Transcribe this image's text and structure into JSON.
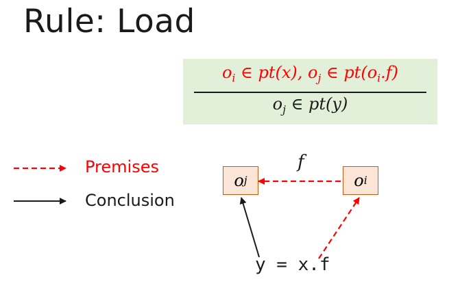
{
  "title": "Rule: Load",
  "rule": {
    "premises": {
      "a_var": "o",
      "a_sub": "i",
      "a_rest": " ∈ ",
      "a_fn": "pt",
      "a_arg": "(x),  ",
      "b_var": "o",
      "b_sub": "j",
      "b_rest": " ∈ ",
      "b_fn": "pt",
      "b_arg_open": "(",
      "b_inner_var": "o",
      "b_inner_sub": "i",
      "b_inner_rest": ".f)"
    },
    "conclusion": {
      "var": "o",
      "sub": "j",
      "rest": " ∈ ",
      "fn": "pt",
      "arg": "(y)"
    }
  },
  "legend": {
    "premises": "Premises",
    "conclusion": "Conclusion"
  },
  "diagram": {
    "obj_left": {
      "var": "o",
      "sub": "j"
    },
    "obj_right": {
      "var": "o",
      "sub": "i"
    },
    "field": "f",
    "statement": "y = x.f"
  },
  "colors": {
    "premise": "#ff0000",
    "conclusion": "#1a1a1a",
    "box_fill": "#fbe5d6",
    "box_border": "#c55a11",
    "rule_bg": "#e2efd9"
  }
}
